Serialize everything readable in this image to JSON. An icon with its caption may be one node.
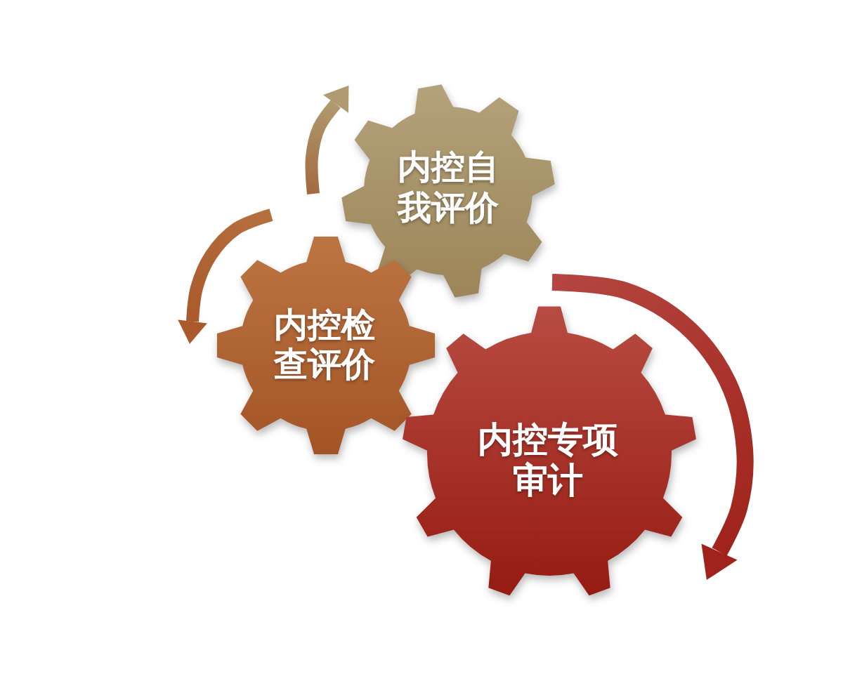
{
  "diagram": {
    "nodes": [
      {
        "text": [
          "内控自我评价"
        ]
      },
      {
        "text": [
          "内控检查评价"
        ]
      },
      {
        "text": [
          "内控专项审计"
        ]
      }
    ]
  }
}
